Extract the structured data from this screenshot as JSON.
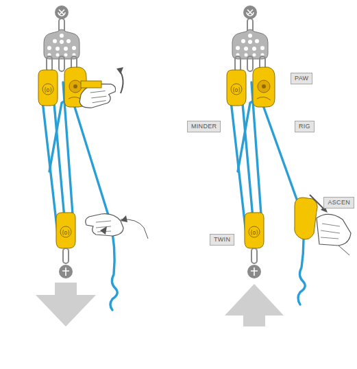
{
  "diagram": {
    "labels": [
      "PAW",
      "MINDER",
      "RIG",
      "ASCEN",
      "TWIN"
    ]
  }
}
